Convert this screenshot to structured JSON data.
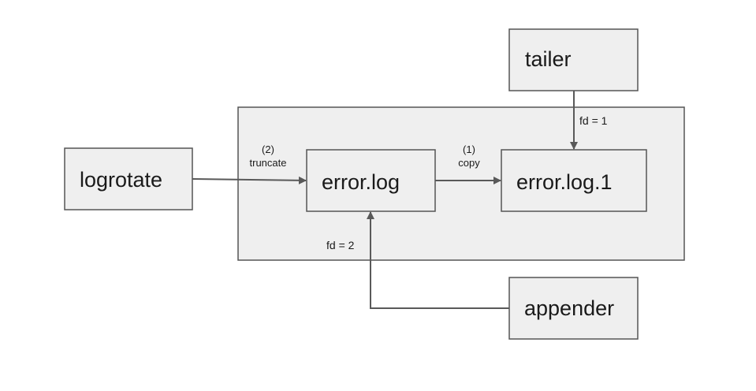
{
  "nodes": {
    "tailer": "tailer",
    "logrotate": "logrotate",
    "error_log": "error.log",
    "error_log_1": "error.log.1",
    "appender": "appender"
  },
  "edges": {
    "tailer_fd": "fd = 1",
    "truncate_step": "(2)",
    "truncate_label": "truncate",
    "copy_step": "(1)",
    "copy_label": "copy",
    "appender_fd": "fd = 2"
  },
  "colors": {
    "box_fill": "#efefef",
    "box_stroke": "#555555",
    "arrow": "#595959"
  }
}
